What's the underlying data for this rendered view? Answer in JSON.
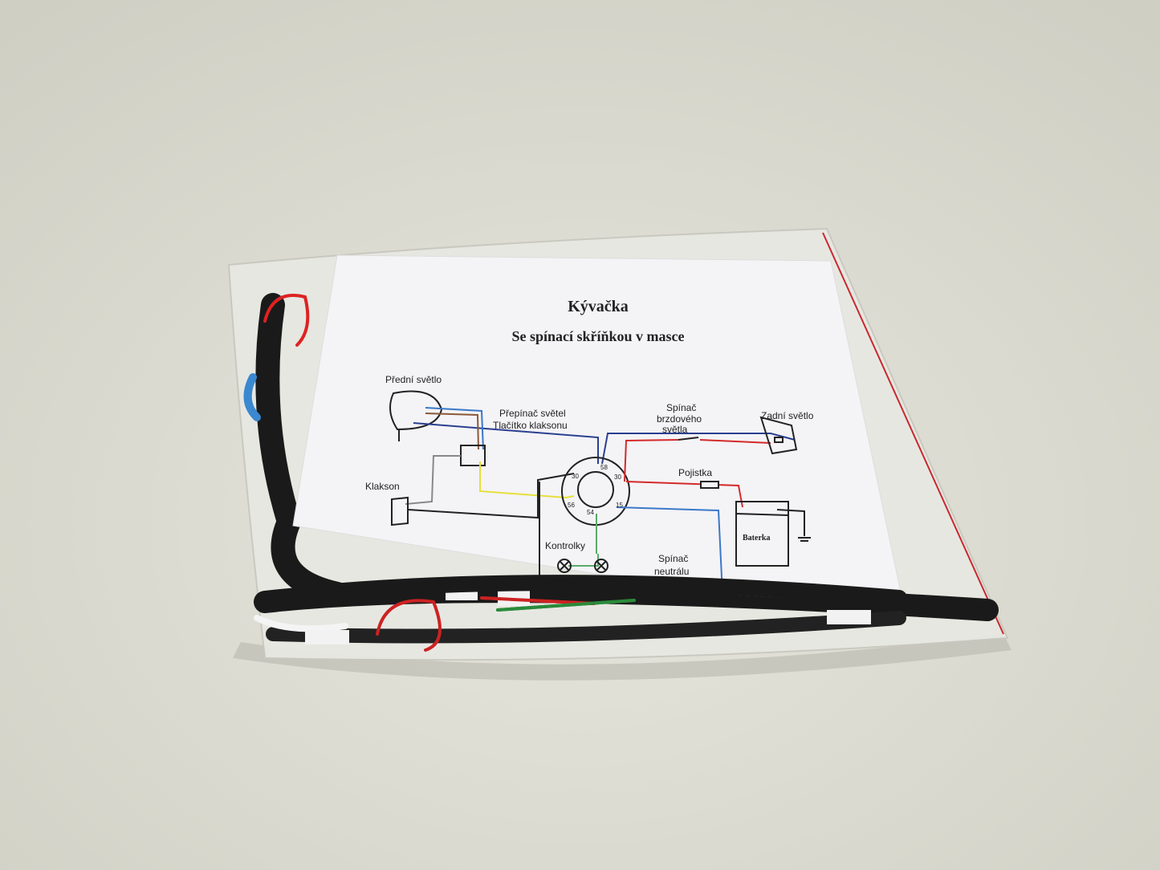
{
  "sheet": {
    "title": "Kývačka",
    "subtitle": "Se spínací skříňkou v masce"
  },
  "diagram": {
    "front_light": "Přední světlo",
    "switch_line1": "Přepínač světel",
    "switch_line2": "Tlačítko klaksonu",
    "brake_switch_line1": "Spínač",
    "brake_switch_line2": "brzdového",
    "brake_switch_line3": "světla",
    "rear_light": "Zadní světlo",
    "fuse": "Pojistka",
    "battery": "Baterka",
    "horn": "Klakson",
    "indicators": "Kontrolky",
    "neutral_switch_line1": "Spínač",
    "neutral_switch_line2": "neutrálu",
    "terminals": {
      "t58": "58",
      "t30a": "30",
      "t30b": "30",
      "t56": "56",
      "t54": "54",
      "t15": "15"
    }
  },
  "colors": {
    "background": "#dcdcd2",
    "wire_blue": "#2a3f8f",
    "wire_red": "#d42a2a",
    "wire_yellow": "#e6e03a",
    "wire_green": "#5aaa6a",
    "wire_light_blue": "#3a78c8"
  }
}
